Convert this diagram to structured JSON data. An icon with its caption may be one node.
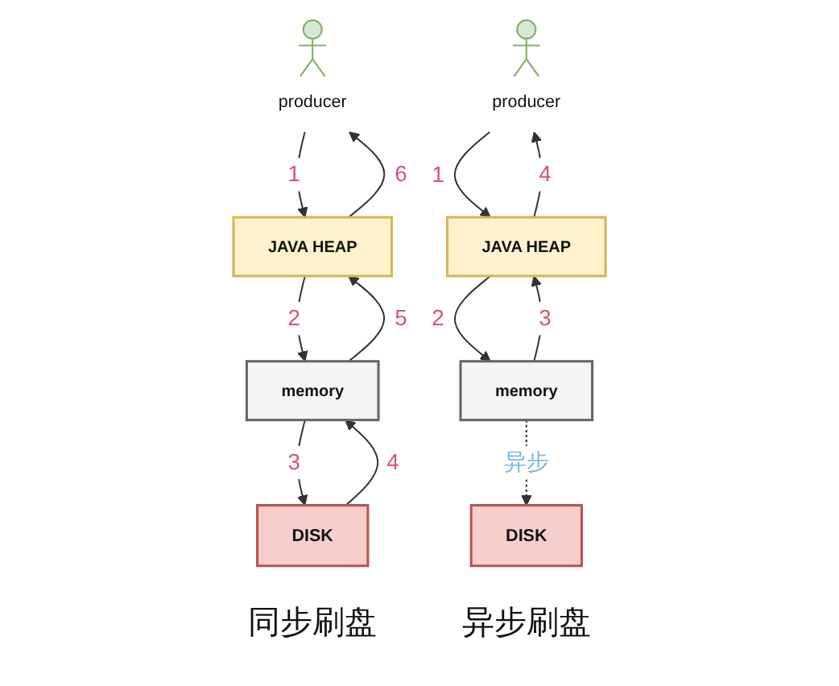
{
  "diagram": {
    "nodes": [
      {
        "text": [
          "producer"
        ]
      },
      {
        "text": [
          "JAVA HEAP"
        ]
      },
      {
        "text": [
          "memory"
        ]
      },
      {
        "text": [
          "DISK"
        ]
      },
      {
        "text": [
          "producer"
        ]
      },
      {
        "text": [
          "JAVA HEAP"
        ]
      },
      {
        "text": [
          "memory"
        ]
      },
      {
        "text": [
          "DISK"
        ]
      }
    ],
    "edges": [
      {
        "from": 0,
        "to": 1,
        "arrow": "to",
        "label": "1"
      },
      {
        "from": 1,
        "to": 2,
        "arrow": "to",
        "label": "2"
      },
      {
        "from": 2,
        "to": 3,
        "arrow": "to",
        "label": "3"
      },
      {
        "from": 3,
        "to": 2,
        "arrow": "to",
        "label": "4"
      },
      {
        "from": 2,
        "to": 1,
        "arrow": "to",
        "label": "5"
      },
      {
        "from": 1,
        "to": 0,
        "arrow": "to",
        "label": "6"
      },
      {
        "from": 4,
        "to": 5,
        "arrow": "to",
        "label": "1"
      },
      {
        "from": 5,
        "to": 6,
        "arrow": "to",
        "label": "2"
      },
      {
        "from": 6,
        "to": 5,
        "arrow": "to",
        "label": "3"
      },
      {
        "from": 5,
        "to": 4,
        "arrow": "to",
        "label": "4"
      },
      {
        "from": 6,
        "to": 7,
        "arrow": "to",
        "label": "异步",
        "style": "dashed"
      }
    ],
    "labels": [
      "同步刷盘",
      "异步刷盘"
    ]
  }
}
